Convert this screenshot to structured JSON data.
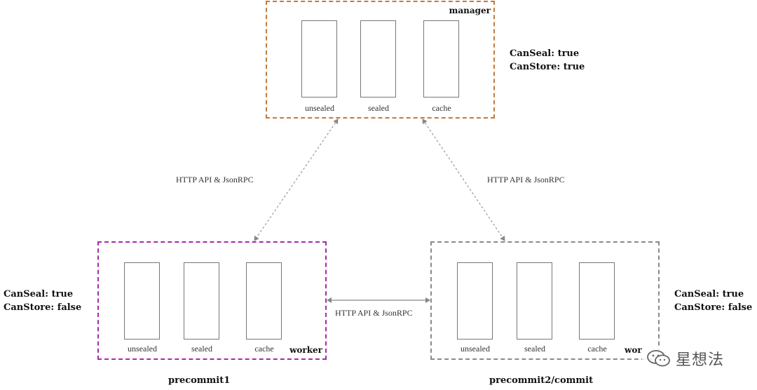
{
  "manager": {
    "title": "manager",
    "stores": [
      "unsealed",
      "sealed",
      "cache"
    ],
    "caps": [
      "CanSeal: true",
      "CanStore: true"
    ],
    "color": "#c47a3b"
  },
  "worker1": {
    "title": "worker",
    "stores": [
      "unsealed",
      "sealed",
      "cache"
    ],
    "caps": [
      "CanSeal: true",
      "CanStore: false"
    ],
    "caption": "precommit1",
    "color": "#a62aa6"
  },
  "worker2": {
    "title": "wor",
    "stores": [
      "unsealed",
      "sealed",
      "cache"
    ],
    "caps": [
      "CanSeal: true",
      "CanStore: false"
    ],
    "caption": "precommit2/commit",
    "color": "#8a8a8a"
  },
  "links": {
    "manager_worker1": "HTTP API & JsonRPC",
    "manager_worker2": "HTTP API & JsonRPC",
    "worker1_worker2": "HTTP API & JsonRPC"
  },
  "watermark": {
    "text": "星想法",
    "icon": "wechat-icon"
  }
}
